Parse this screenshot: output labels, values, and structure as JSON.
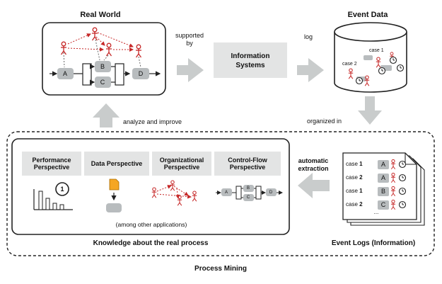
{
  "real_world": {
    "title": "Real World",
    "nodes": {
      "a": "A",
      "b": "B",
      "c": "C",
      "d": "D"
    }
  },
  "supported_by": "supported\nby",
  "information_systems": "Information\nSystems",
  "log_label": "log",
  "event_data": {
    "title": "Event Data",
    "case1": "case 1",
    "case2": "case 2"
  },
  "organized_in": "organized in",
  "analyze_and_improve": "analyze and improve",
  "automatic_extraction": "automatic\nextraction",
  "perspectives": {
    "performance": "Performance\nPerspective",
    "data": "Data Perspective",
    "organizational": "Organizational\nPerspective",
    "control_flow": "Control-Flow\nPerspective"
  },
  "mini_process_nodes": {
    "a": "A",
    "b": "B",
    "c": "C",
    "d": "D"
  },
  "performance_icon_value": "1",
  "among_other_applications": "(among other applications)",
  "knowledge_label": "Knowledge about the real process",
  "event_logs": {
    "rows": [
      {
        "case": "case ",
        "num": "1",
        "activity": "A"
      },
      {
        "case": "case ",
        "num": "2",
        "activity": "A"
      },
      {
        "case": "case ",
        "num": "1",
        "activity": "B"
      },
      {
        "case": "case ",
        "num": "2",
        "activity": "C"
      }
    ],
    "ellipsis": "...",
    "label": "Event Logs (Information)"
  },
  "process_mining": "Process Mining",
  "colors": {
    "person": "#c62828",
    "node": "#b8bcbe",
    "arrow_big": "#c9cccc",
    "panel": "#e3e4e4"
  }
}
